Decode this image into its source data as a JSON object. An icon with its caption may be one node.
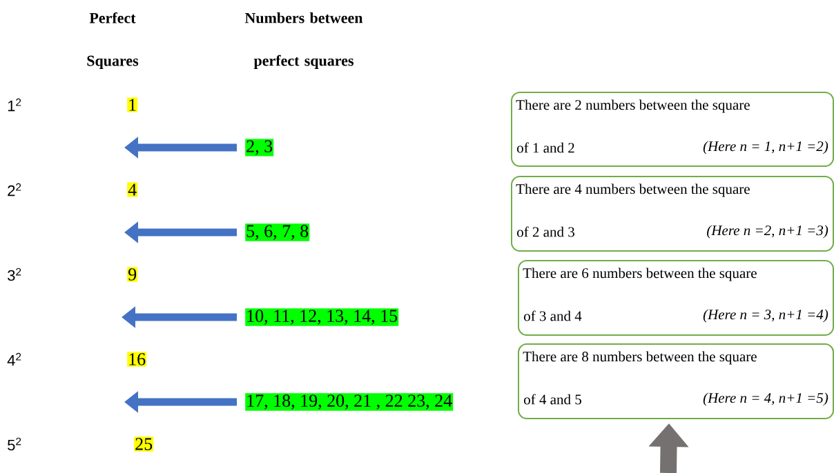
{
  "diagram": {
    "nodes": [
      {
        "text": [
          "1"
        ]
      },
      {
        "text": [
          "2, 3"
        ]
      },
      {
        "text": [
          "4"
        ]
      },
      {
        "text": [
          "5, 6, 7, 8"
        ]
      },
      {
        "text": [
          "9"
        ]
      },
      {
        "text": [
          "10, 11, 12, 13, 14, 15"
        ]
      },
      {
        "text": [
          "16"
        ]
      },
      {
        "text": [
          "17, 18, 19, 20, 21 , 22 23, 24"
        ]
      },
      {
        "text": [
          "25"
        ]
      },
      {
        "text": [
          "There are 2 numbers between the square",
          "of 1 and 2",
          "(Here n = 1, n+1 =2)"
        ]
      },
      {
        "text": [
          "There are 4 numbers between the square",
          "of 2 and 3",
          "(Here n =2, n+1 =3)"
        ]
      },
      {
        "text": [
          "There are 6 numbers between the square",
          "of 3 and 4",
          "(Here n = 3, n+1 =4)"
        ]
      },
      {
        "text": [
          "There are 8 numbers between the square",
          "of 4 and 5",
          "(Here n = 4, n+1 =5)"
        ]
      }
    ],
    "edges": [
      {
        "from": 1,
        "to": null,
        "arrow": "to"
      },
      {
        "from": 3,
        "to": null,
        "arrow": "to"
      },
      {
        "from": 5,
        "to": null,
        "arrow": "to"
      },
      {
        "from": 7,
        "to": null,
        "arrow": "to"
      },
      {
        "from": null,
        "to": 12,
        "arrow": "to",
        "style": "thick",
        "color": "#767171"
      }
    ],
    "labels": [
      "Perfect Squares",
      "Numbers between perfect squares",
      "1$^{2}$",
      "2$^{2}$",
      "3$^{2}$",
      "4$^{2}$",
      "5$^{2}$"
    ]
  }
}
